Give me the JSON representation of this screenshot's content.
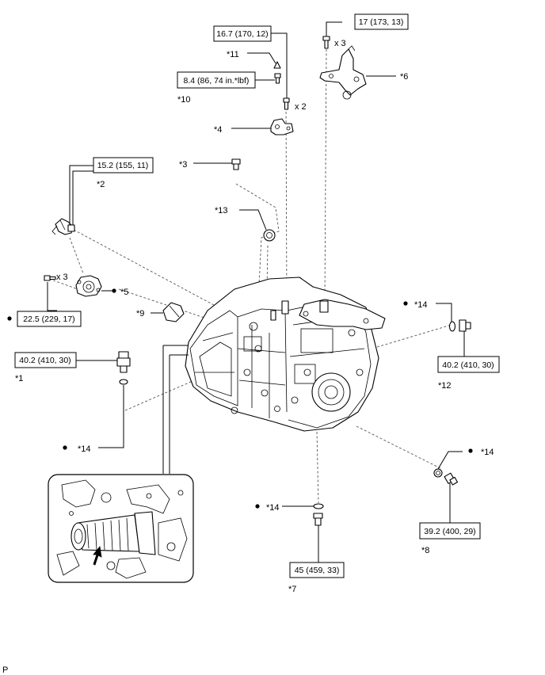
{
  "torque_specs": [
    {
      "id": "t_17",
      "text": "17 (173, 13)"
    },
    {
      "id": "t_16_7",
      "text": "16.7 (170, 12)"
    },
    {
      "id": "t_8_4",
      "text": "8.4 (86, 74 in.*lbf)"
    },
    {
      "id": "t_15_2",
      "text": "15.2 (155, 11)"
    },
    {
      "id": "t_22_5",
      "text": "22.5 (229, 17)"
    },
    {
      "id": "t_40_2_left",
      "text": "40.2 (410, 30)"
    },
    {
      "id": "t_40_2_right",
      "text": "40.2 (410, 30)"
    },
    {
      "id": "t_39_2",
      "text": "39.2 (400, 29)"
    },
    {
      "id": "t_45",
      "text": "45 (459, 33)"
    }
  ],
  "callouts": {
    "c1": "*1",
    "c2": "*2",
    "c3": "*3",
    "c4": "*4",
    "c5": "*5",
    "c6": "*6",
    "c7": "*7",
    "c8": "*8",
    "c9": "*9",
    "c10": "*10",
    "c11": "*11",
    "c12": "*12",
    "c13": "*13",
    "c14_right": "*14",
    "c14_left": "*14",
    "c14_lowright": "*14",
    "c14_bottom": "*14"
  },
  "quantities": {
    "q_x3_top": "x 3",
    "q_x2": "x 2",
    "q_x3_left": "x 3"
  },
  "figure_code": "P",
  "icons": [
    "grease-dot",
    "arrow-up-right"
  ]
}
